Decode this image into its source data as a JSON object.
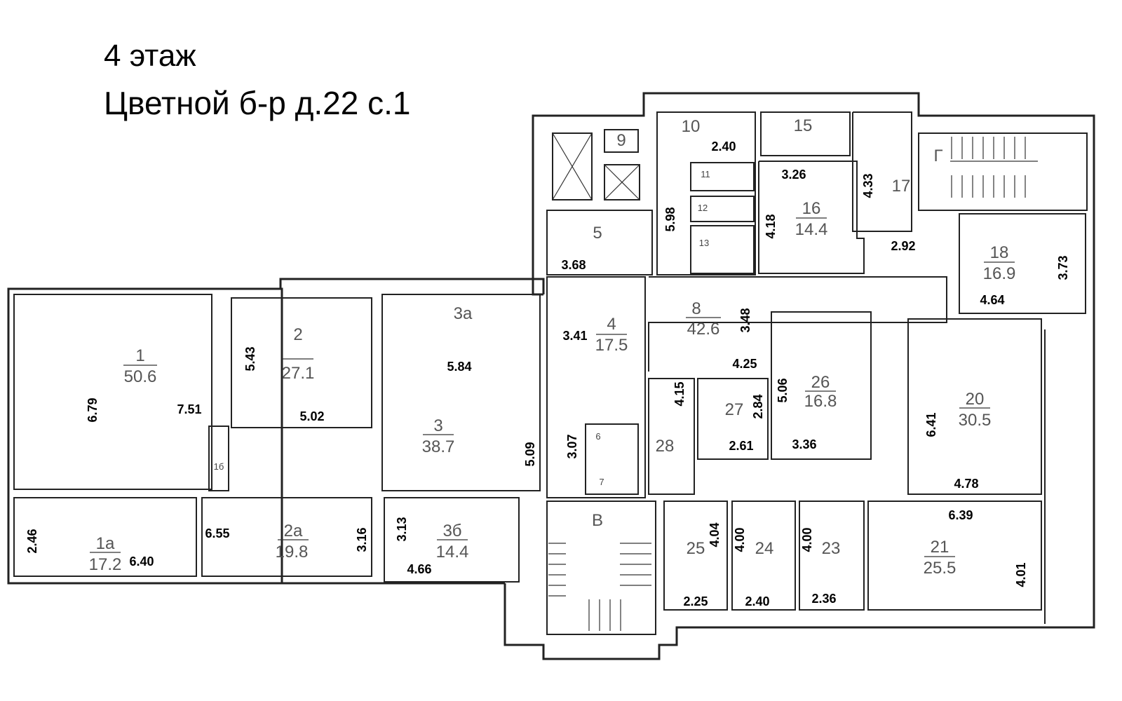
{
  "header": {
    "floor": "4 этаж",
    "address": "Цветной б-р д.22 с.1"
  },
  "rooms": {
    "r1": {
      "number": "1",
      "area": "50.6"
    },
    "r1a": {
      "number": "1а",
      "area": "17.2"
    },
    "r1b": {
      "number": "1б"
    },
    "r2": {
      "number": "2",
      "area": "27.1"
    },
    "r2a": {
      "number": "2а",
      "area": "19.8"
    },
    "r3": {
      "number": "3",
      "area": "38.7"
    },
    "r3a": {
      "number": "3а"
    },
    "r3b": {
      "number": "3б",
      "area": "14.4"
    },
    "r4": {
      "number": "4",
      "area": "17.5"
    },
    "r5": {
      "number": "5"
    },
    "r6": {
      "number": "6"
    },
    "r7": {
      "number": "7"
    },
    "r8": {
      "number": "8",
      "area": "42.6"
    },
    "r9": {
      "number": "9"
    },
    "r10": {
      "number": "10"
    },
    "r11": {
      "number": "11"
    },
    "r12": {
      "number": "12"
    },
    "r13": {
      "number": "13"
    },
    "r15": {
      "number": "15"
    },
    "r16": {
      "number": "16",
      "area": "14.4"
    },
    "r17": {
      "number": "17"
    },
    "r18": {
      "number": "18",
      "area": "16.9"
    },
    "r20": {
      "number": "20",
      "area": "30.5"
    },
    "r21": {
      "number": "21",
      "area": "25.5"
    },
    "r23": {
      "number": "23"
    },
    "r24": {
      "number": "24"
    },
    "r25": {
      "number": "25"
    },
    "r26": {
      "number": "26",
      "area": "16.8"
    },
    "r27": {
      "number": "27"
    },
    "r28": {
      "number": "28"
    },
    "stairB": {
      "number": "В"
    },
    "stairG": {
      "number": "Г"
    }
  },
  "dimensions": [
    "6.79",
    "7.51",
    "5.43",
    "5.02",
    "5.84",
    "5.09",
    "3.41",
    "3.07",
    "3.68",
    "5.98",
    "2.40",
    "3.26",
    "4.18",
    "4.33",
    "2.92",
    "3.73",
    "4.64",
    "3.48",
    "4.25",
    "5.06",
    "2.84",
    "2.61",
    "3.36",
    "4.15",
    "6.41",
    "4.78",
    "6.39",
    "4.01",
    "2.46",
    "6.40",
    "6.55",
    "3.16",
    "3.13",
    "4.66",
    "4.04",
    "4.00",
    "4.00",
    "2.25",
    "2.40",
    "2.36"
  ]
}
